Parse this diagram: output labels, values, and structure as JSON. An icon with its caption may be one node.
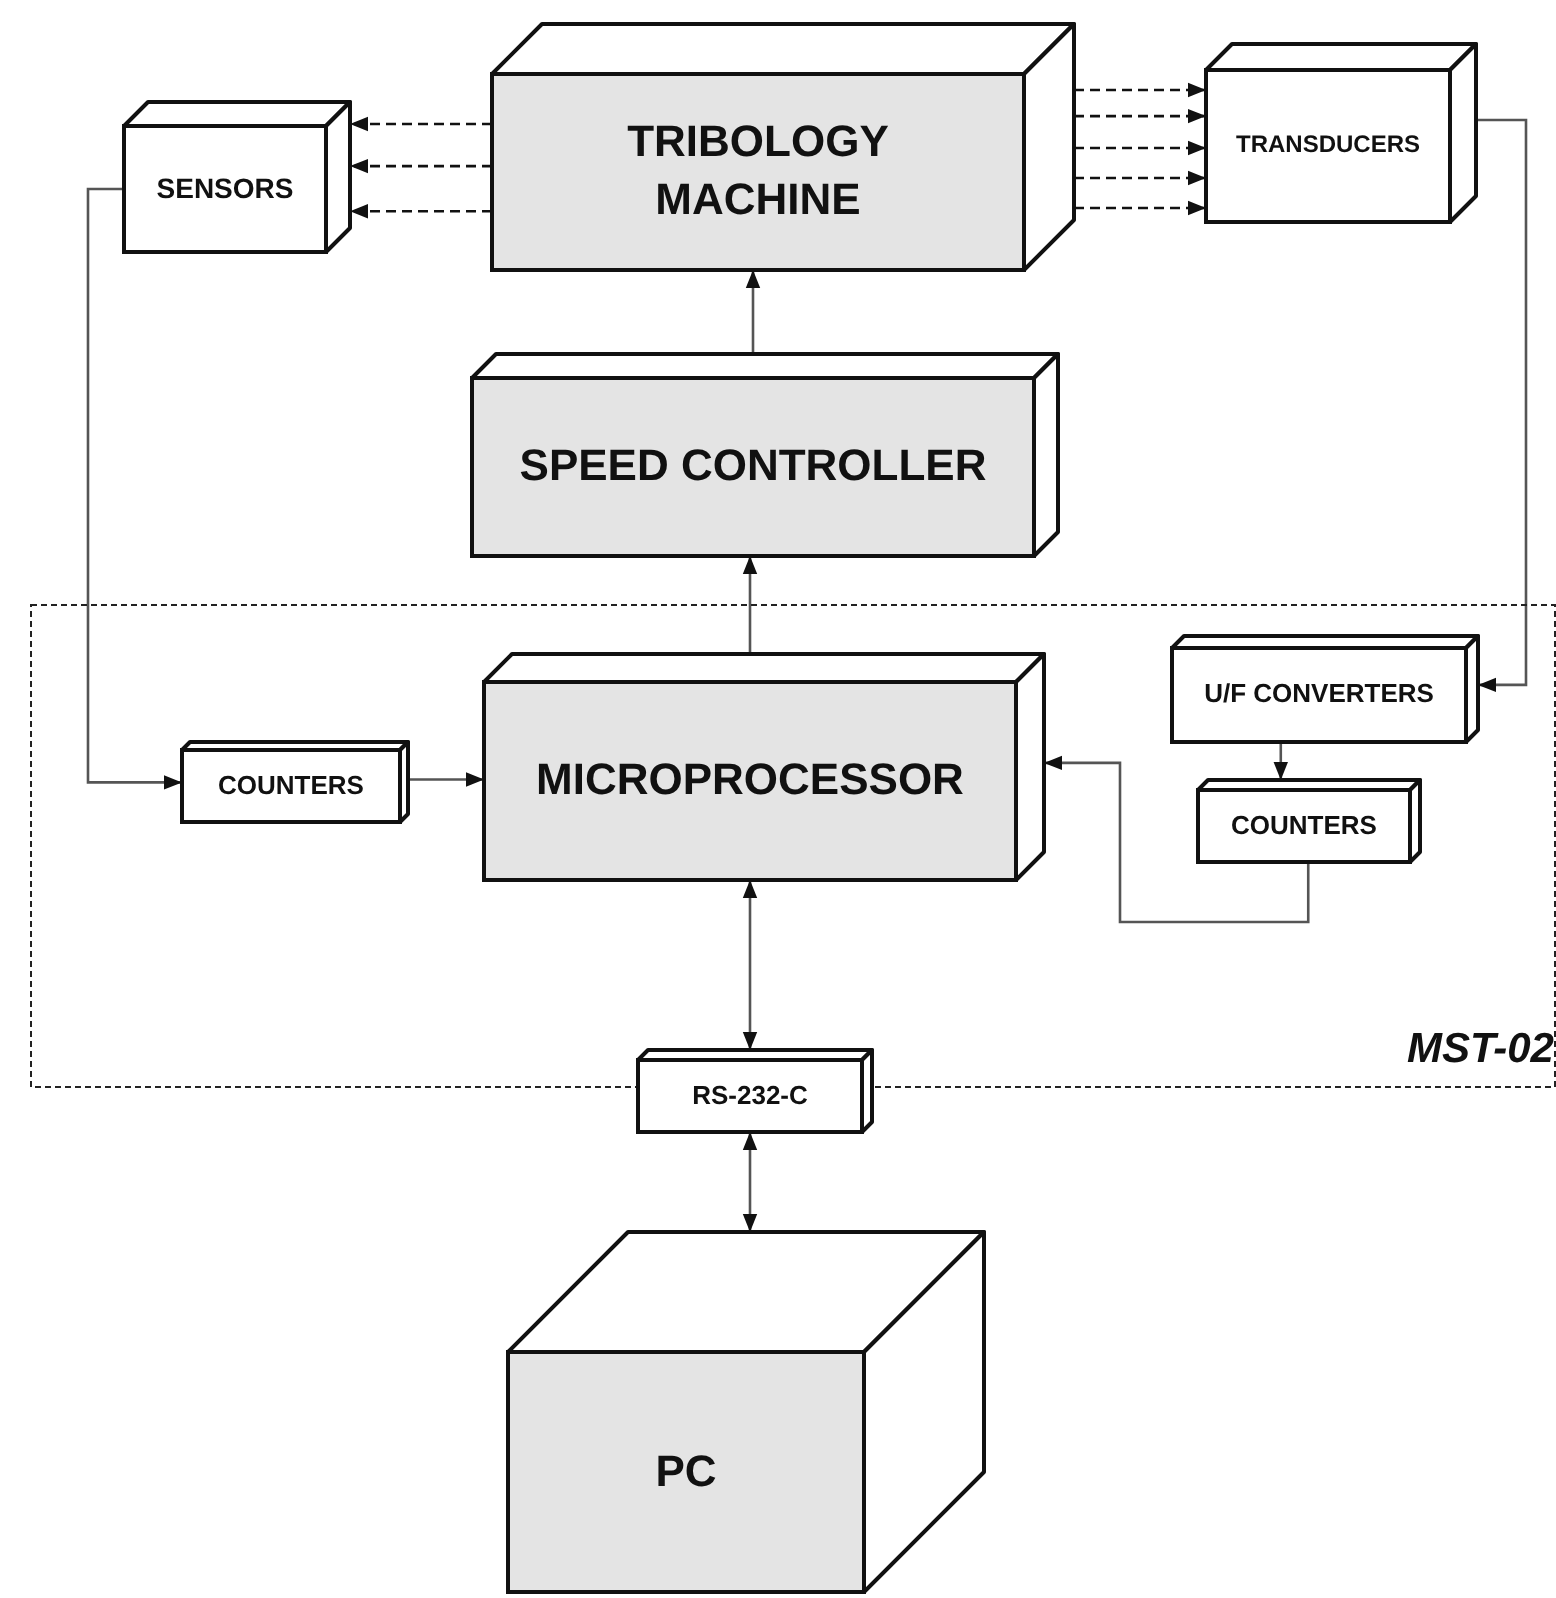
{
  "diagram": {
    "nodes": [
      {
        "text": [
          "SENSORS"
        ]
      },
      {
        "text": [
          "TRIBOLOGY MACHINE"
        ]
      },
      {
        "text": [
          "TRANSDUCERS"
        ]
      },
      {
        "text": [
          "SPEED CONTROLLER"
        ]
      },
      {
        "text": [
          "MST-02"
        ]
      },
      {
        "text": [
          "COUNTERS"
        ],
        "in": 4
      },
      {
        "text": [
          "MICROPROCESSOR"
        ],
        "in": 4
      },
      {
        "text": [
          "U/F CONVERTERS"
        ],
        "in": 4
      },
      {
        "text": [
          "COUNTERS"
        ],
        "in": 4
      },
      {
        "text": [
          "RS-232-C"
        ]
      },
      {
        "text": [
          "PC"
        ]
      }
    ],
    "edges": [
      {
        "from": 1,
        "to": 0,
        "arrow": "to",
        "style": "dashed"
      },
      {
        "from": 1,
        "to": 0,
        "arrow": "to",
        "style": "dashed"
      },
      {
        "from": 1,
        "to": 0,
        "arrow": "to",
        "style": "dashed"
      },
      {
        "from": 1,
        "to": 2,
        "arrow": "to",
        "style": "dashed"
      },
      {
        "from": 1,
        "to": 2,
        "arrow": "to",
        "style": "dashed"
      },
      {
        "from": 1,
        "to": 2,
        "arrow": "to",
        "style": "dashed"
      },
      {
        "from": 1,
        "to": 2,
        "arrow": "to",
        "style": "dashed"
      },
      {
        "from": 1,
        "to": 2,
        "arrow": "to",
        "style": "dashed"
      },
      {
        "from": 3,
        "to": 1,
        "arrow": "to"
      },
      {
        "from": 6,
        "to": 3,
        "arrow": "to"
      },
      {
        "from": 0,
        "to": 5,
        "arrow": "to"
      },
      {
        "from": 5,
        "to": 6,
        "arrow": "to"
      },
      {
        "from": 2,
        "to": 7,
        "arrow": "to"
      },
      {
        "from": 7,
        "to": 8,
        "arrow": "to"
      },
      {
        "from": 8,
        "to": 6,
        "arrow": "to"
      },
      {
        "from": 6,
        "to": 9,
        "arrow": "both"
      },
      {
        "from": 9,
        "to": 10,
        "arrow": "both"
      }
    ]
  }
}
